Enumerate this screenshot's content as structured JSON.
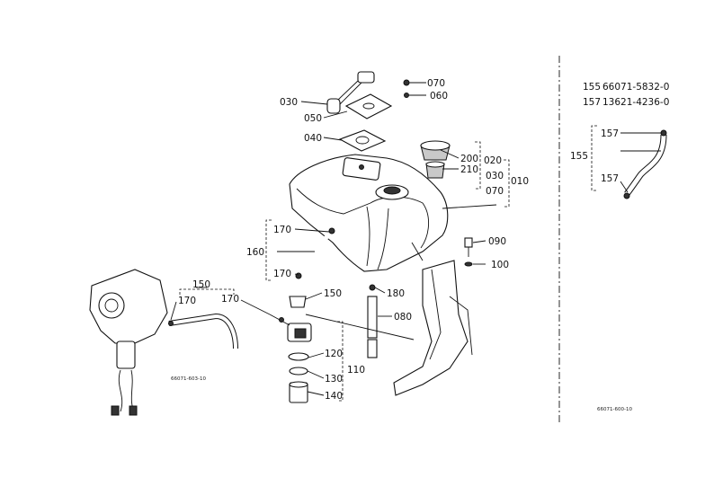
{
  "labels": {
    "l030a": "030",
    "l050": "050",
    "l070a": "070",
    "l060": "060",
    "l040": "040",
    "l200": "200",
    "l020": "020",
    "l210": "210",
    "l030b": "030",
    "l010": "010",
    "l070b": "070",
    "l170a": "170",
    "l160": "160",
    "l170b": "170",
    "l090": "090",
    "l100": "100",
    "l150a": "150",
    "l150b": "150",
    "l170c": "170",
    "l170d": "170",
    "l180": "180",
    "l080": "080",
    "l120": "120",
    "l110": "110",
    "l130": "130",
    "l140": "140",
    "l157a": "157",
    "l155": "155",
    "l157b": "157"
  },
  "parts_list": {
    "row1_no": "155",
    "row1_code": "66071-5832-0",
    "row2_no": "157",
    "row2_code": "13621-4236-0"
  },
  "figure_codes": {
    "left": "66071-603-10",
    "right": "66071-600-10"
  }
}
